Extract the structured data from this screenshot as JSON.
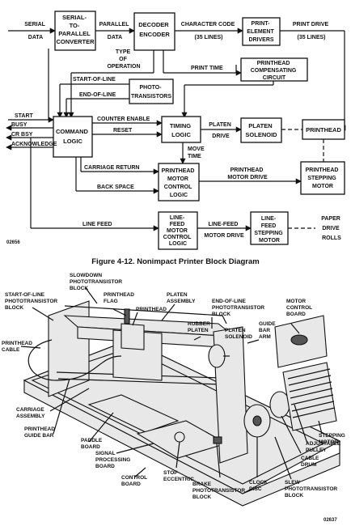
{
  "block_diagram": {
    "blocks": {
      "serial_parallel": [
        "SERIAL-",
        "TO-",
        "PARALLEL",
        "CONVERTER"
      ],
      "decoder": [
        "DECODER",
        "ENCODER"
      ],
      "print_element": [
        "PRINT-",
        "ELEMENT",
        "DRIVERS"
      ],
      "printhead_comp": [
        "PRINTHEAD",
        "COMPENSATING",
        "CIRCUIT"
      ],
      "phototransistors": [
        "PHOTO-",
        "TRANSISTORS"
      ],
      "command_logic": [
        "COMMAND",
        "LOGIC"
      ],
      "timing_logic": [
        "TIMING",
        "LOGIC"
      ],
      "platen_solenoid": [
        "PLATEN",
        "SOLENOID"
      ],
      "printhead": [
        "PRINTHEAD"
      ],
      "motor_control": [
        "PRINTHEAD",
        "MOTOR",
        "CONTROL",
        "LOGIC"
      ],
      "stepping_motor": [
        "PRINTHEAD",
        "STEPPING",
        "MOTOR"
      ],
      "linefeed_control": [
        "LINE-",
        "FEED",
        "MOTOR",
        "CONTROL",
        "LOGIC"
      ],
      "linefeed_stepping": [
        "LINE-",
        "FEED",
        "STEPPING",
        "MOTOR"
      ]
    },
    "signals": {
      "serial_data": [
        "SERIAL",
        "DATA"
      ],
      "parallel_data": [
        "PARALLEL",
        "DATA"
      ],
      "character_code": [
        "CHARACTER CODE",
        "(35 LINES)"
      ],
      "print_drive": [
        "PRINT DRIVE",
        "(35 LINES)"
      ],
      "type_of_operation": [
        "TYPE",
        "OF",
        "OPERATION"
      ],
      "print_time": "PRINT TIME",
      "start_of_line": "START-OF-LINE",
      "end_of_line": "END-OF-LINE",
      "start": "START",
      "busy": "BUSY",
      "cr_bsy": "CR BSY",
      "acknowledge": "ACKNOWLEDGE",
      "counter_enable": "COUNTER ENABLE",
      "reset": "RESET",
      "platen_drive": [
        "PLATEN",
        "DRIVE"
      ],
      "move_time": [
        "MOVE",
        "TIME"
      ],
      "carriage_return": "CARRIAGE RETURN",
      "back_space": "BACK SPACE",
      "printhead_motor_drive": [
        "PRINTHEAD",
        "MOTOR DRIVE"
      ],
      "line_feed": "LINE FEED",
      "line_feed_motor_drive": [
        "LINE-FEED",
        "MOTOR DRIVE"
      ],
      "paper_drive_rolls": [
        "PAPER",
        "DRIVE",
        "ROLLS"
      ]
    },
    "figure_number": "02656"
  },
  "caption": "Figure 4-12.  Nonimpact Printer Block Diagram",
  "mechanism": {
    "labels": {
      "slowdown": [
        "SLOWDOWN",
        "PHOTOTRANSISTOR",
        "BLOCK"
      ],
      "start_of_line": [
        "START-OF-LINE",
        "PHOTOTRANSISTOR",
        "BLOCK"
      ],
      "printhead_flag": [
        "PRINTHEAD",
        "FLAG"
      ],
      "printhead": "PRINTHEAD",
      "platen_assembly": [
        "PLATEN",
        "ASSEMBLY"
      ],
      "end_of_line": [
        "END-OF-LINE",
        "PHOTOTRANSISTOR",
        "BLOCK"
      ],
      "motor_control_board": [
        "MOTOR",
        "CONTROL",
        "BOARD"
      ],
      "printhead_cable": [
        "PRINTHEAD",
        "CABLE"
      ],
      "rubber_platen": [
        "RUBBER",
        "PLATEN"
      ],
      "platen_solenoid": [
        "PLATEN",
        "SOLENOID"
      ],
      "guide_bar_arm": [
        "GUIDE",
        "BAR",
        "ARM"
      ],
      "carriage_assembly": [
        "CARRIAGE",
        "ASSEMBLY"
      ],
      "printhead_guide_bar": [
        "PRINTHEAD",
        "GUIDE BAR"
      ],
      "paddle_board": [
        "PADDLE",
        "BOARD"
      ],
      "signal_processing": [
        "SIGNAL",
        "PROCESSING",
        "BOARD"
      ],
      "control_board": [
        "CONTROL",
        "BOARD"
      ],
      "stop_eccentric": [
        "STOP",
        "ECCENTRIC"
      ],
      "brake": [
        "BRAKE",
        "PHOTOTRANSISTOR",
        "BLOCK"
      ],
      "clock_disc": [
        "CLOCK",
        "DISC"
      ],
      "slew": [
        "SLEW",
        "PHOTOTRANSISTOR",
        "BLOCK"
      ],
      "cable_drum": [
        "CABLE",
        "DRUM"
      ],
      "adjustable_pulley": [
        "ADJUSTABLE",
        "PULLEY"
      ],
      "stepping_motor": [
        "STEPPING",
        "MOTOR"
      ]
    },
    "figure_number": "02637"
  }
}
